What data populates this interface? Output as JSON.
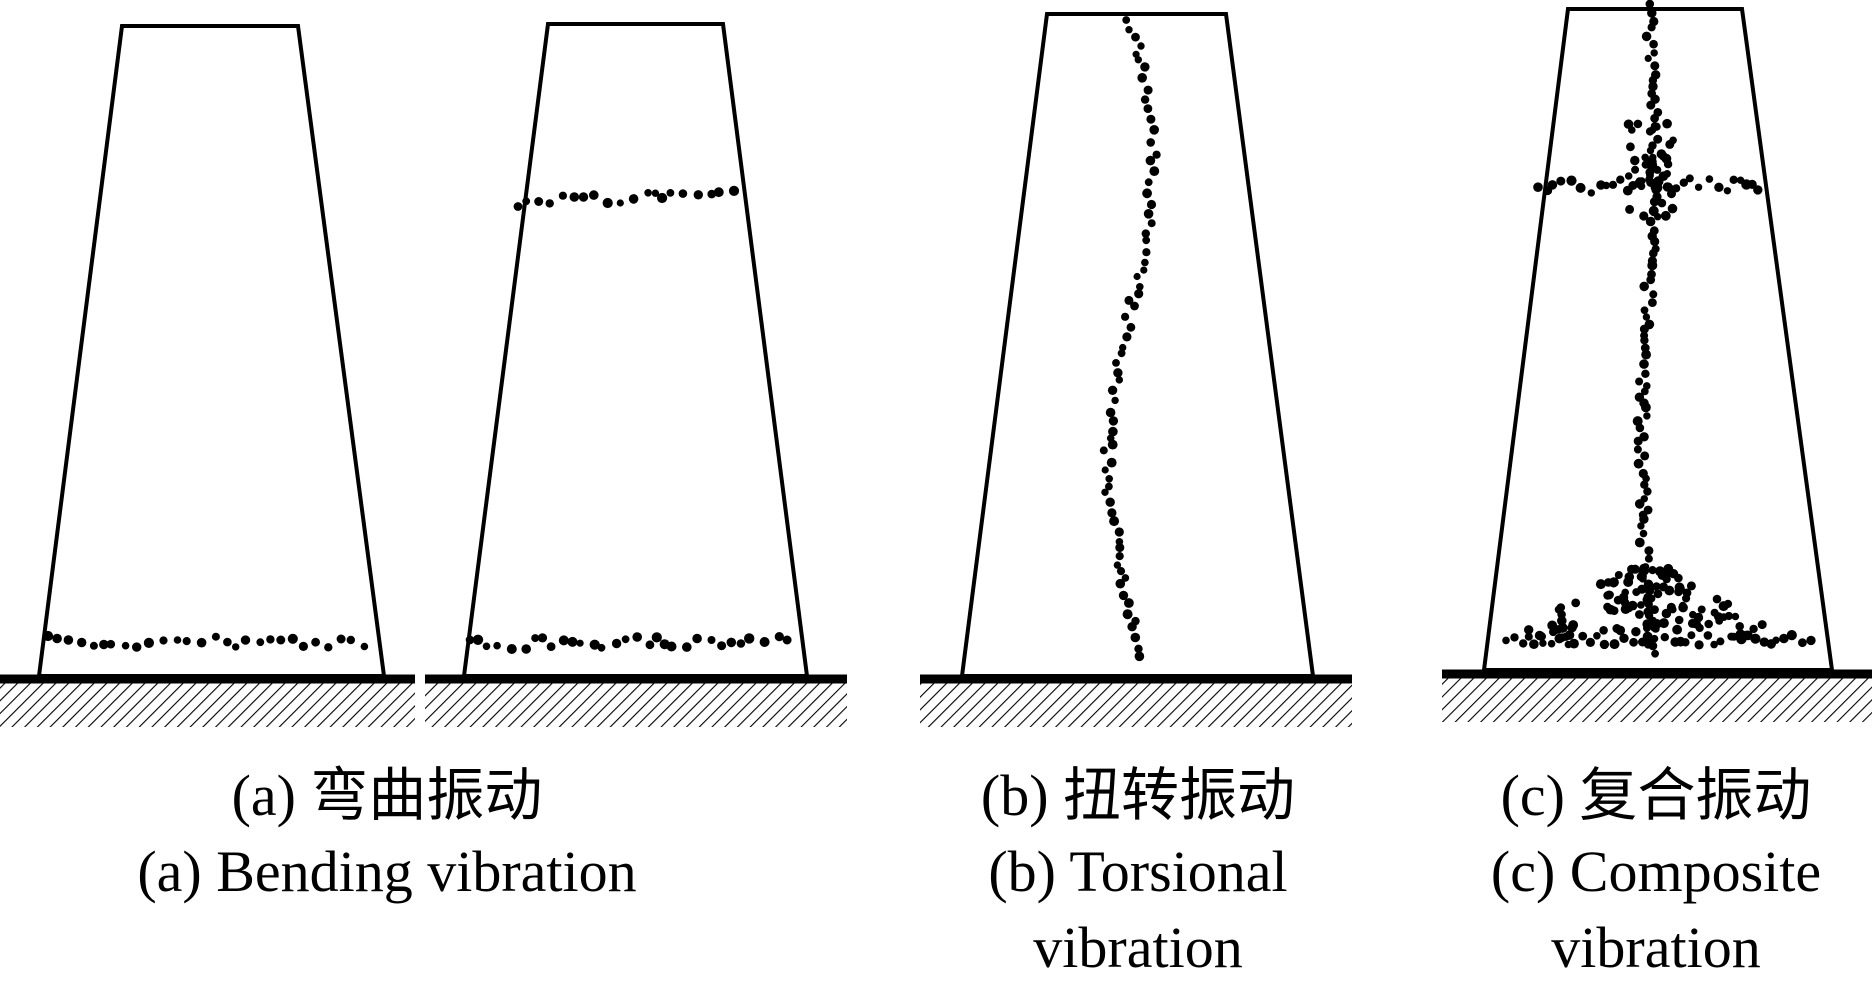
{
  "panels": [
    {
      "id": "a",
      "caption_cn": "(a) 弯曲振动",
      "caption_en_lines": [
        "(a) Bending vibration"
      ],
      "mode": "bending",
      "sub_figures": 2
    },
    {
      "id": "b",
      "caption_cn": "(b) 扭转振动",
      "caption_en_lines": [
        "(b) Torsional",
        "vibration"
      ],
      "mode": "torsional",
      "sub_figures": 1
    },
    {
      "id": "c",
      "caption_cn": "(c) 复合振动",
      "caption_en_lines": [
        "(c) Composite",
        "vibration"
      ],
      "mode": "composite",
      "sub_figures": 1
    }
  ],
  "colors": {
    "line": "#000000",
    "background": "#ffffff",
    "particles": "#000000"
  }
}
